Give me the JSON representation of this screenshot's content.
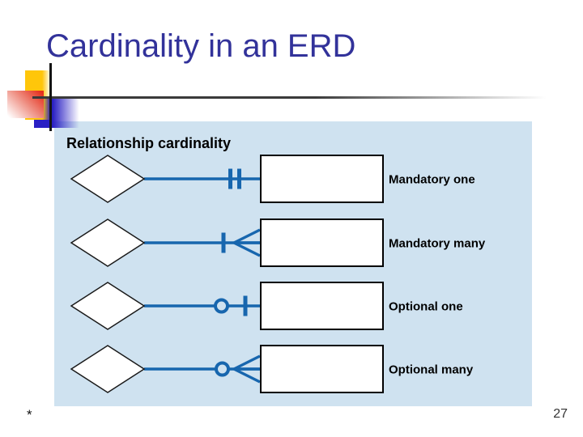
{
  "slide": {
    "title": "Cardinality in an ERD",
    "footnote_marker": "*",
    "page_number": "27"
  },
  "diagram": {
    "heading": "Relationship cardinality",
    "rows": [
      {
        "label": "Mandatory one",
        "symbol": "mandatory-one"
      },
      {
        "label": "Mandatory many",
        "symbol": "mandatory-many"
      },
      {
        "label": "Optional one",
        "symbol": "optional-one"
      },
      {
        "label": "Optional many",
        "symbol": "optional-many"
      }
    ],
    "colors": {
      "panel_bg": "#cfe2f0",
      "connector": "#1766ae",
      "shape_fill": "#ffffff",
      "shape_stroke": "#000000",
      "label_text": "#000000"
    }
  },
  "theme": {
    "title_color": "#32329a",
    "accent_yellow": "#ffc60a",
    "accent_red": "#e5301d",
    "accent_blue": "#2a20c4",
    "rule_gray": "#3a3a3a"
  }
}
